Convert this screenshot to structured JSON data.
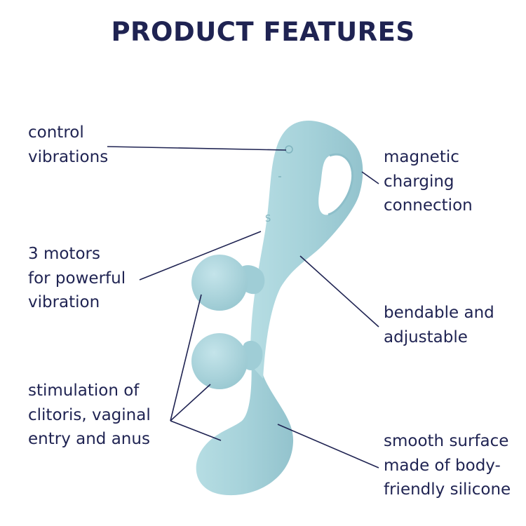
{
  "title": "PRODUCT FEATURES",
  "colors": {
    "text": "#1f2352",
    "product": "#a9d4dc",
    "product_shadow": "#8ebfca",
    "product_highlight": "#c7e6eb",
    "background": "#ffffff"
  },
  "features": {
    "control": {
      "lines": [
        "control",
        "vibrations"
      ]
    },
    "motors": {
      "lines": [
        "3 motors",
        "for powerful",
        "vibration"
      ]
    },
    "stimulation": {
      "lines": [
        "stimulation of",
        "clitoris, vaginal",
        "entry and anus"
      ]
    },
    "magnetic": {
      "lines": [
        "magnetic",
        "charging",
        "connection"
      ]
    },
    "bendable": {
      "lines": [
        "bendable and",
        "adjustable"
      ]
    },
    "smooth": {
      "lines": [
        "smooth surface",
        "made of body-",
        "friendly silicone"
      ]
    }
  }
}
